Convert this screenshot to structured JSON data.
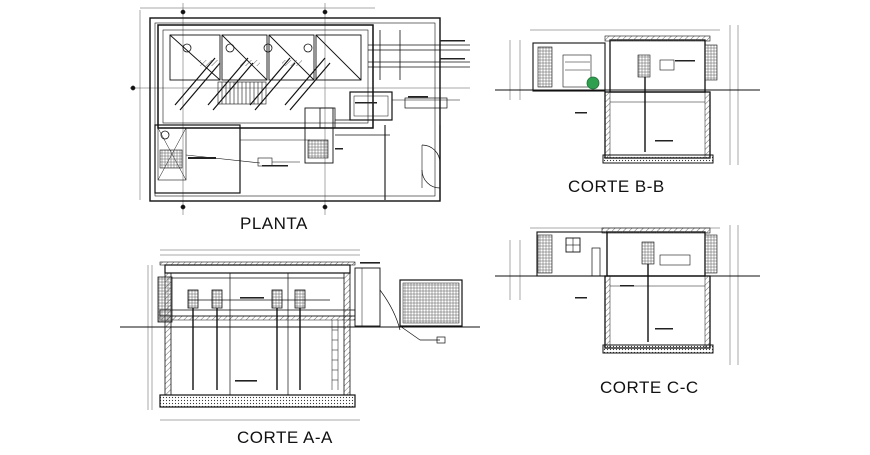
{
  "titles": {
    "planta": "PLANTA",
    "corte_aa": "CORTE A-A",
    "corte_bb": "CORTE B-B",
    "corte_cc": "CORTE C-C"
  },
  "colors": {
    "line": "#111111",
    "hatch": "#444444",
    "dim": "#555555",
    "accent": "#2e9e4f"
  }
}
